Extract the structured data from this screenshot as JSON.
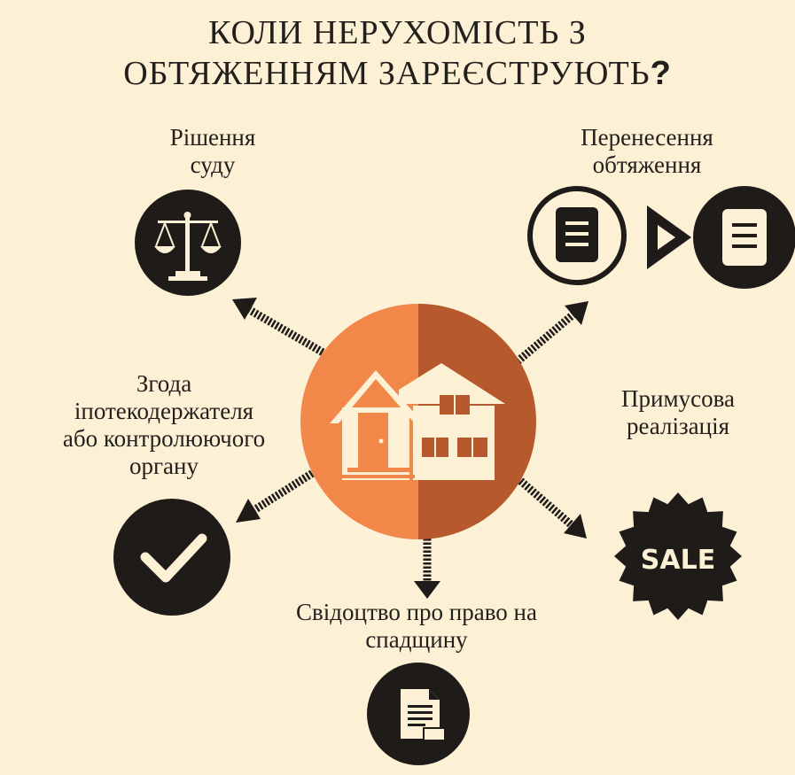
{
  "title": {
    "line1": "КОЛИ НЕРУХОМІСТЬ З",
    "line2": "ОБТЯЖЕННЯМ ЗАРЕЄСТРУЮТЬ",
    "mark": "?"
  },
  "items": {
    "court": {
      "line1": "Рішення",
      "line2": "суду",
      "icon": "scales-icon"
    },
    "transfer": {
      "line1": "Перенесення",
      "line2": "обтяження",
      "icon": "document-transfer-icon"
    },
    "consent": {
      "line1": "Згода",
      "line2": "іпотекодержателя",
      "line3": "або контролюючого",
      "line4": "органу",
      "icon": "checkmark-icon"
    },
    "forced_sale": {
      "line1": "Примусова",
      "line2": "реалізація",
      "icon": "sale-badge-icon",
      "badge_text": "SALE"
    },
    "inheritance": {
      "line1": "Свідоцтво про право на",
      "line2": "спадщину",
      "icon": "certificate-icon"
    }
  },
  "center": {
    "icon": "house-icon"
  },
  "colors": {
    "background": "#fcf1d5",
    "orange_light": "#f2874a",
    "orange_dark": "#b6592c",
    "dark": "#1e1b18",
    "cream": "#fcf1d5"
  }
}
